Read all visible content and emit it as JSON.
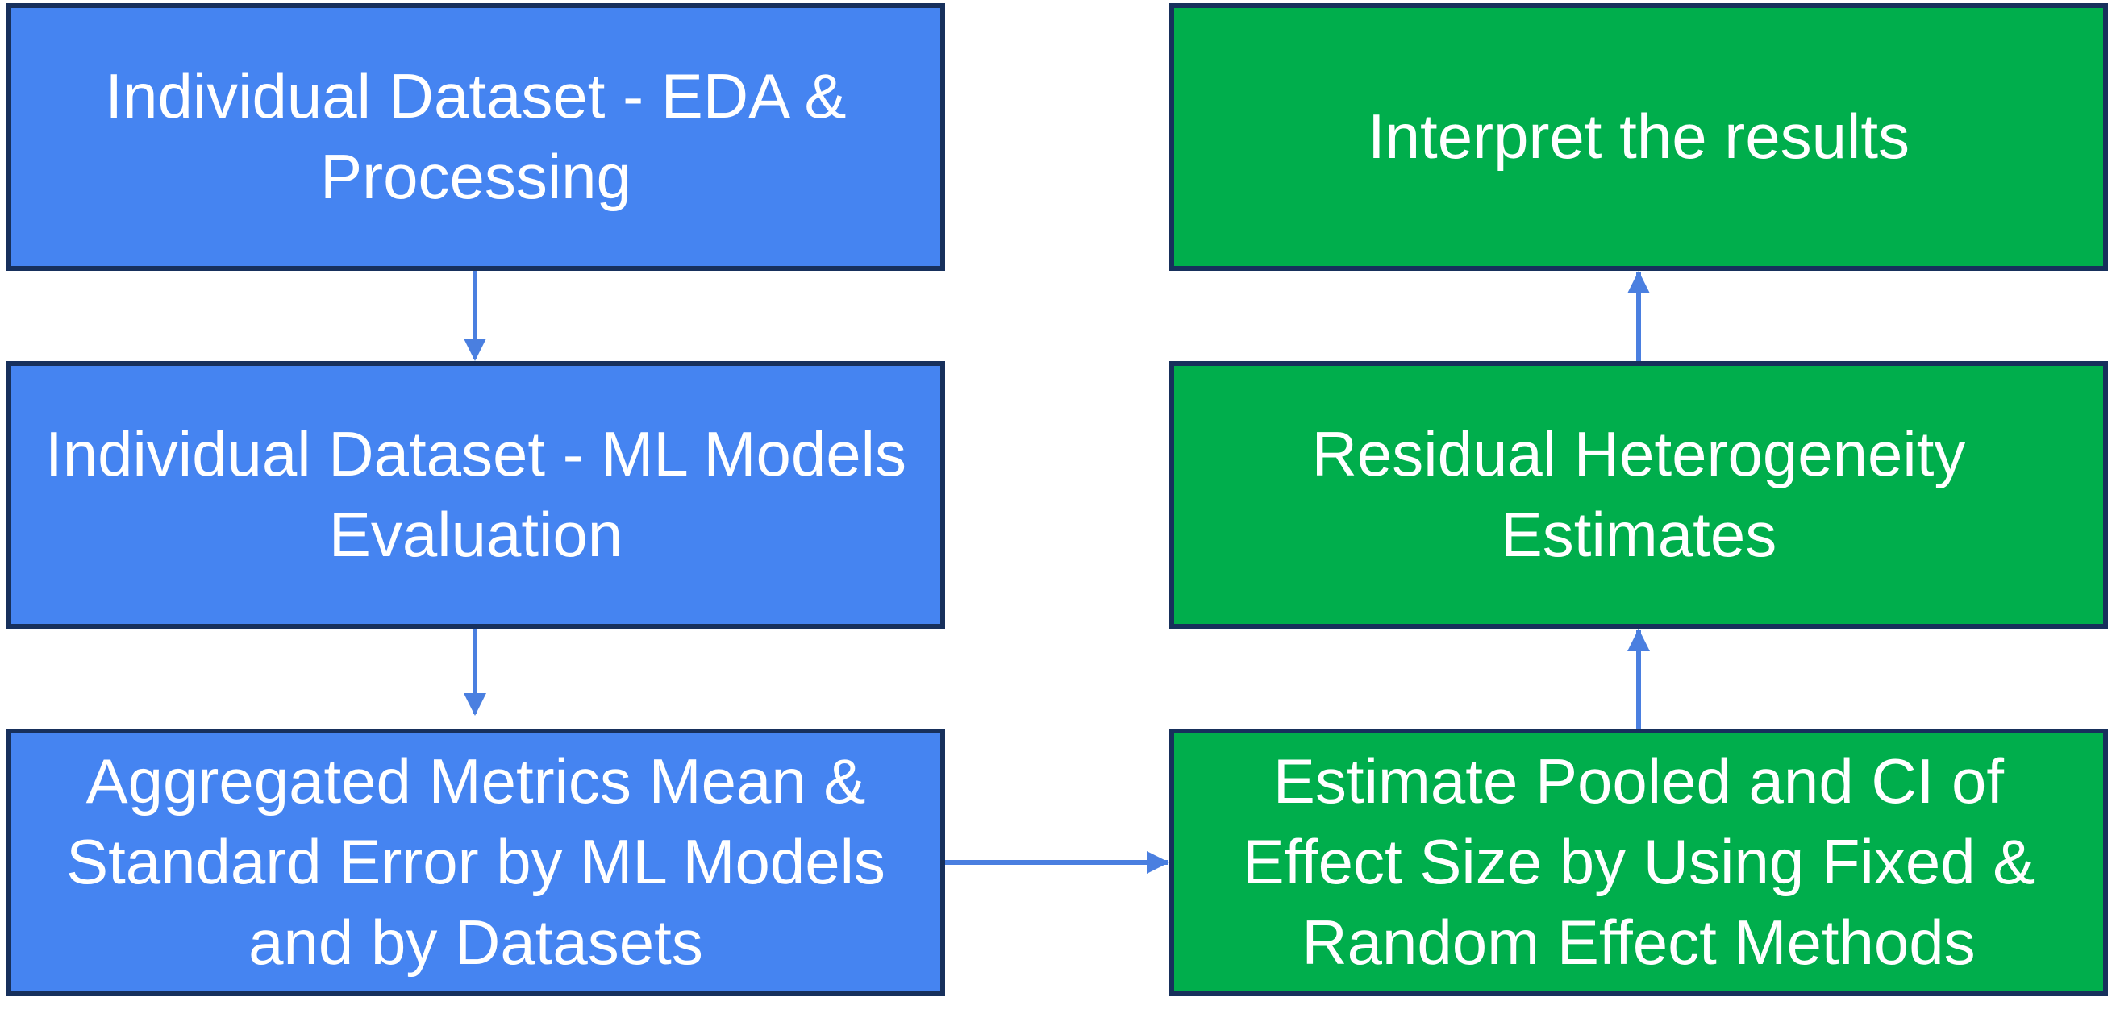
{
  "colors": {
    "blue_fill": "#4584f1",
    "green_fill": "#00ae4c",
    "border": "#17305c",
    "arrow": "#4a7fe0",
    "text": "#ffffff"
  },
  "left_column": {
    "step1": "Individual Dataset - EDA & Processing",
    "step2": "Individual Dataset - ML Models Evaluation",
    "step3": "Aggregated Metrics Mean & Standard Error by ML Models and by Datasets"
  },
  "right_column": {
    "step4": "Estimate Pooled and CI of Effect Size by Using Fixed & Random Effect Methods",
    "step5": "Residual Heterogeneity Estimates",
    "step6": "Interpret the results"
  }
}
